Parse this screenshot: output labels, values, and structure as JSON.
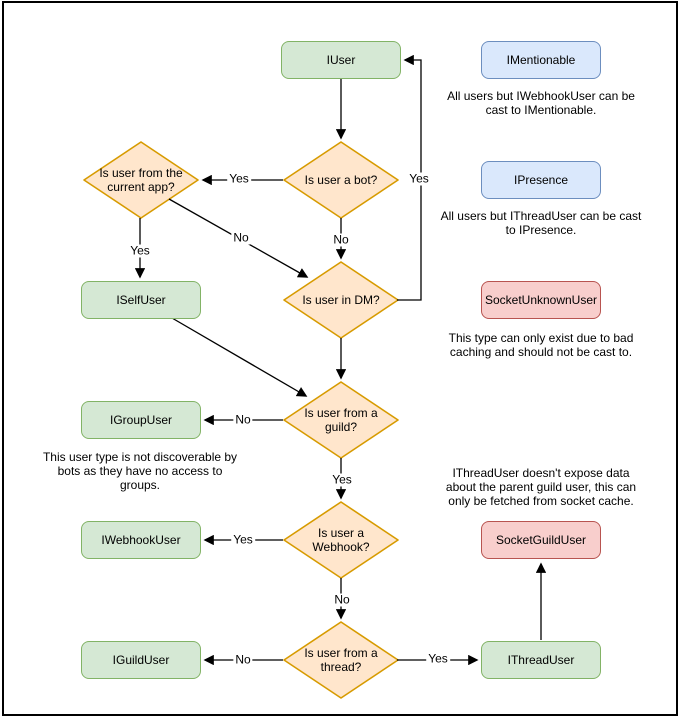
{
  "colors": {
    "interface_node_fill": "#d5e8d4",
    "interface_node_border": "#82b366",
    "decision_fill": "#ffe6cc",
    "decision_border": "#d79b00",
    "castable_note_fill": "#dae8fc",
    "castable_note_border": "#6c8ebf",
    "socket_node_fill": "#f8cecc",
    "socket_node_border": "#b85450",
    "line": "#000000",
    "frame": "#000000",
    "background": "#ffffff"
  },
  "nodes": {
    "iuser": {
      "label": "IUser"
    },
    "imentionable": {
      "label": "IMentionable"
    },
    "ipresence": {
      "label": "IPresence"
    },
    "iselfuser": {
      "label": "ISelfUser"
    },
    "socketunknownuser": {
      "label": "SocketUnknownUser"
    },
    "igroupuser": {
      "label": "IGroupUser"
    },
    "iwebhookuser": {
      "label": "IWebhookUser"
    },
    "socketguilduser": {
      "label": "SocketGuildUser"
    },
    "iguilduser": {
      "label": "IGuildUser"
    },
    "ithreaduser": {
      "label": "IThreadUser"
    }
  },
  "decisions": {
    "is_bot": {
      "label": "Is user a bot?"
    },
    "from_current_app": {
      "label": "Is user from the current app?"
    },
    "in_dm": {
      "label": "Is user in DM?"
    },
    "from_guild": {
      "label": "Is user from a guild?"
    },
    "is_webhook": {
      "label": "Is user a Webhook?"
    },
    "from_thread": {
      "label": "Is user from a thread?"
    }
  },
  "edge_labels": {
    "bot_yes_to_app": "Yes",
    "bot_no_to_dm": "No",
    "app_yes_to_self": "Yes",
    "app_no_to_dm": "No",
    "dm_yes_to_iuser": "Yes",
    "guild_no_to_group": "No",
    "guild_yes_to_webhook": "Yes",
    "webhook_yes_to_iwebhook": "Yes",
    "webhook_no_to_thread": "No",
    "thread_no_to_iguild": "No",
    "thread_yes_to_ithread": "Yes"
  },
  "notes": {
    "mentionable": "All users but IWebhookUser can be cast to IMentionable.",
    "presence": "All users but IThreadUser can be cast to IPresence.",
    "unknown_user": "This type can only exist due to bad caching and should not be cast to.",
    "group_user": "This user type is not discoverable by bots as they have no access to groups.",
    "thread_user": "IThreadUser doesn't expose data about the parent guild user, this can only be fetched from socket cache."
  }
}
